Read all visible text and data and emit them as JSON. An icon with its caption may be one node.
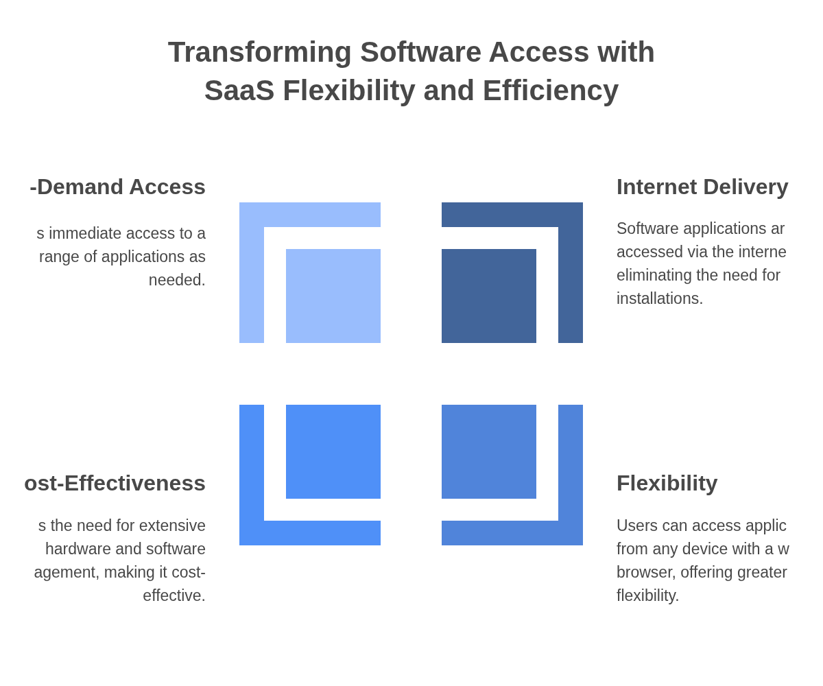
{
  "diagram": {
    "title": "Transforming Software Access with SaaS Flexibility and Efficiency",
    "labels": [
      "-Demand Access",
      "s immediate access to a range of applications as needed.",
      "Internet Delivery",
      "Software applications ar accessed via the interne eliminating the need for installations.",
      "ost-Effectiveness",
      "s the need for extensive hardware and software agement, making it cost- effective.",
      "Flexibility",
      "Users can access applic from any device with a w browser, offering greater flexibility."
    ]
  }
}
